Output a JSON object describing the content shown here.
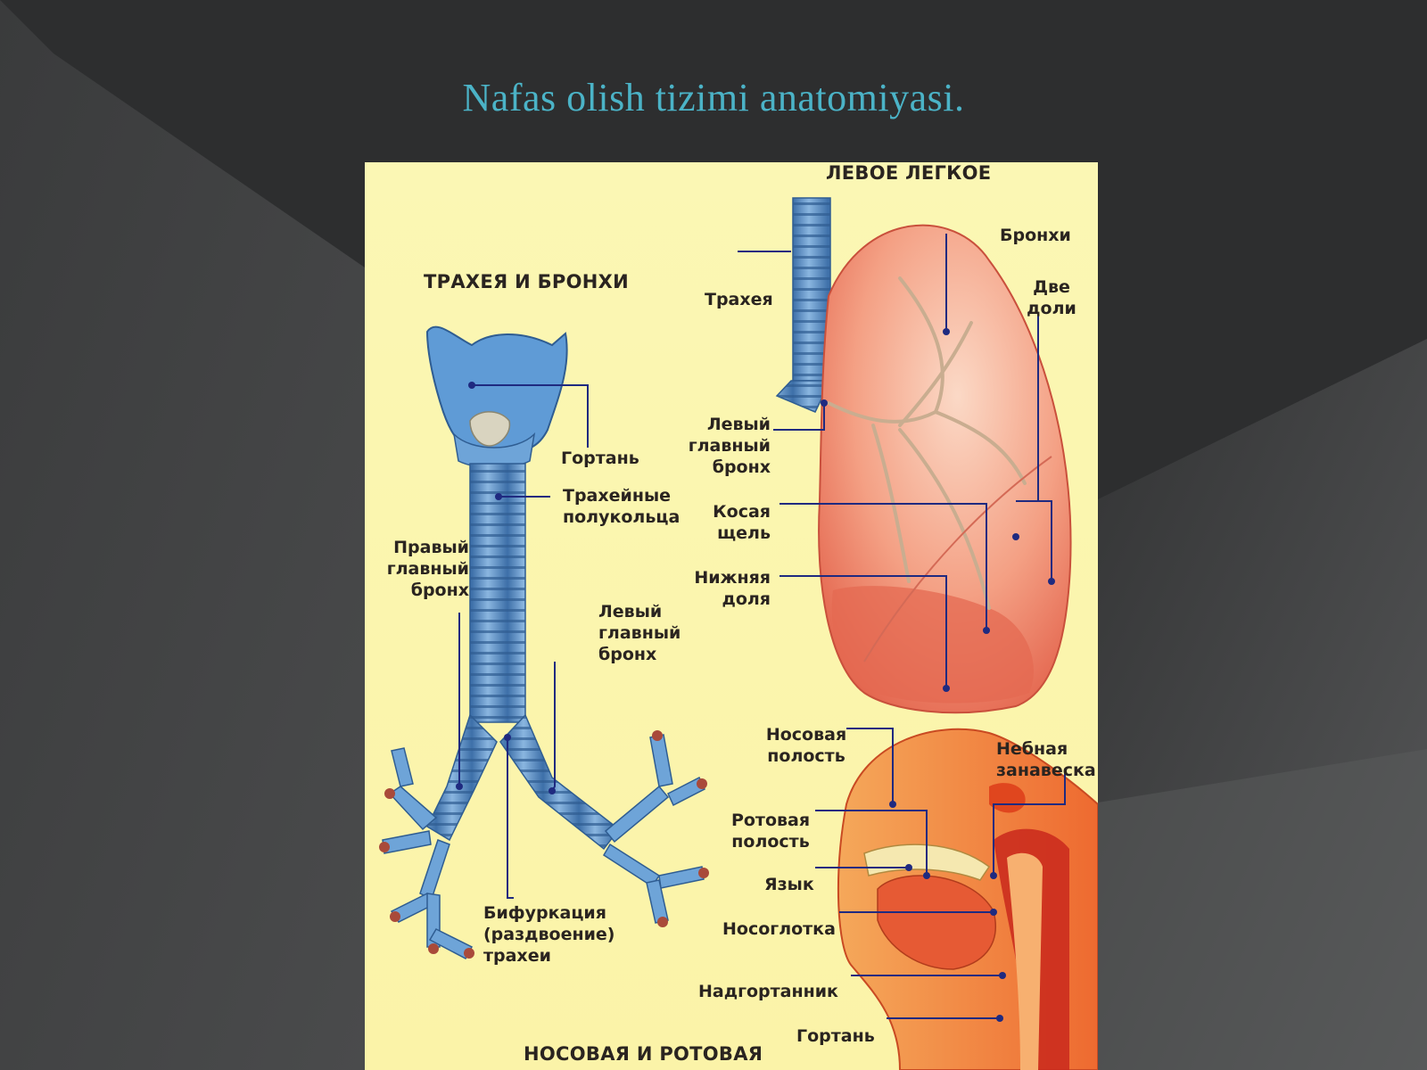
{
  "slide": {
    "title": "Nafas olish tizimi anatomiyasi."
  },
  "sections": {
    "trachea": "ТРАХЕЯ И БРОНХИ",
    "lung": "ЛЕВОЕ ЛЕГКОЕ",
    "nasal": "НОСОВАЯ И РОТОВАЯ"
  },
  "trachea_labels": {
    "larynx": "Гортань",
    "rings": "Трахейные\nполукольца",
    "right_bronchus": "Правый\nглавный\nбронх",
    "left_bronchus": "Левый\nглавный\nбронх",
    "bifurcation": "Бифуркация\n(раздвоение)\nтрахеи"
  },
  "lung_labels": {
    "trachea": "Трахея",
    "bronchi": "Бронхи",
    "two_lobes": "Две\nдоли",
    "left_main_bronchus": "Левый\nглавный\nбронх",
    "oblique_fissure": "Косая\nщель",
    "lower_lobe": "Нижняя\nдоля"
  },
  "head_labels": {
    "nasal_cavity": "Носовая\nполость",
    "soft_palate": "Небная\nзанавеска",
    "oral_cavity": "Ротовая\nполость",
    "tongue": "Язык",
    "nasopharynx": "Носоглотка",
    "epiglottis": "Надгортанник",
    "larynx": "Гортань"
  },
  "colors": {
    "title": "#4bb3c7",
    "poster_bg": "#fbf6b0",
    "trachea_blue": "#5b8fc4",
    "lung_red": "#ee8068",
    "head_orange": "#f07a3c",
    "leader_line": "#1f2a80"
  }
}
